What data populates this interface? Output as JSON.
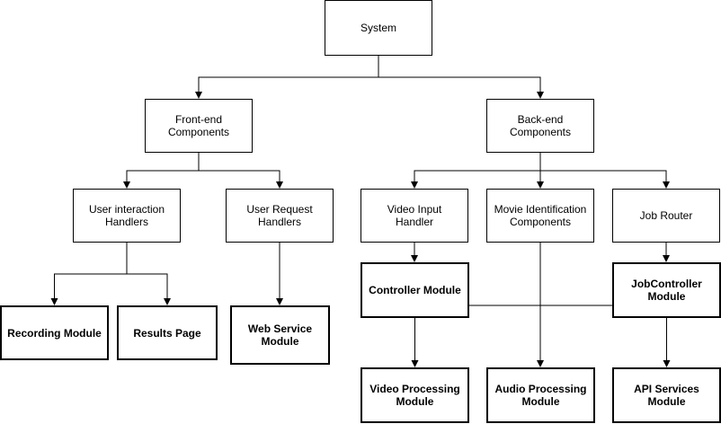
{
  "diagram": {
    "nodes": {
      "system": "System",
      "frontend": "Front-end\nComponents",
      "backend": "Back-end\nComponents",
      "user_interaction": "User interaction\nHandlers",
      "user_request": "User Request\nHandlers",
      "video_input": "Video Input\nHandler",
      "movie_identification": "Movie Identification\nComponents",
      "job_router": "Job Router",
      "recording_module": "Recording Module",
      "results_page": "Results Page",
      "web_service_module": "Web Service\nModule",
      "controller_module": "Controller Module",
      "jobcontroller_module": "JobController\nModule",
      "video_processing_module": "Video Processing\nModule",
      "audio_processing_module": "Audio Processing\nModule",
      "api_services_module": "API Services\nModule"
    },
    "edges": [
      [
        "system",
        "frontend"
      ],
      [
        "system",
        "backend"
      ],
      [
        "frontend",
        "user_interaction"
      ],
      [
        "frontend",
        "user_request"
      ],
      [
        "backend",
        "video_input"
      ],
      [
        "backend",
        "movie_identification"
      ],
      [
        "backend",
        "job_router"
      ],
      [
        "user_interaction",
        "recording_module"
      ],
      [
        "user_interaction",
        "results_page"
      ],
      [
        "user_request",
        "web_service_module"
      ],
      [
        "video_input",
        "controller_module"
      ],
      [
        "job_router",
        "jobcontroller_module"
      ],
      [
        "movie_identification",
        "video_processing_module"
      ],
      [
        "movie_identification",
        "audio_processing_module"
      ],
      [
        "movie_identification",
        "api_services_module"
      ]
    ],
    "colors": {
      "line": "#000000",
      "box_border": "#000000",
      "box_fill": "#ffffff"
    }
  }
}
